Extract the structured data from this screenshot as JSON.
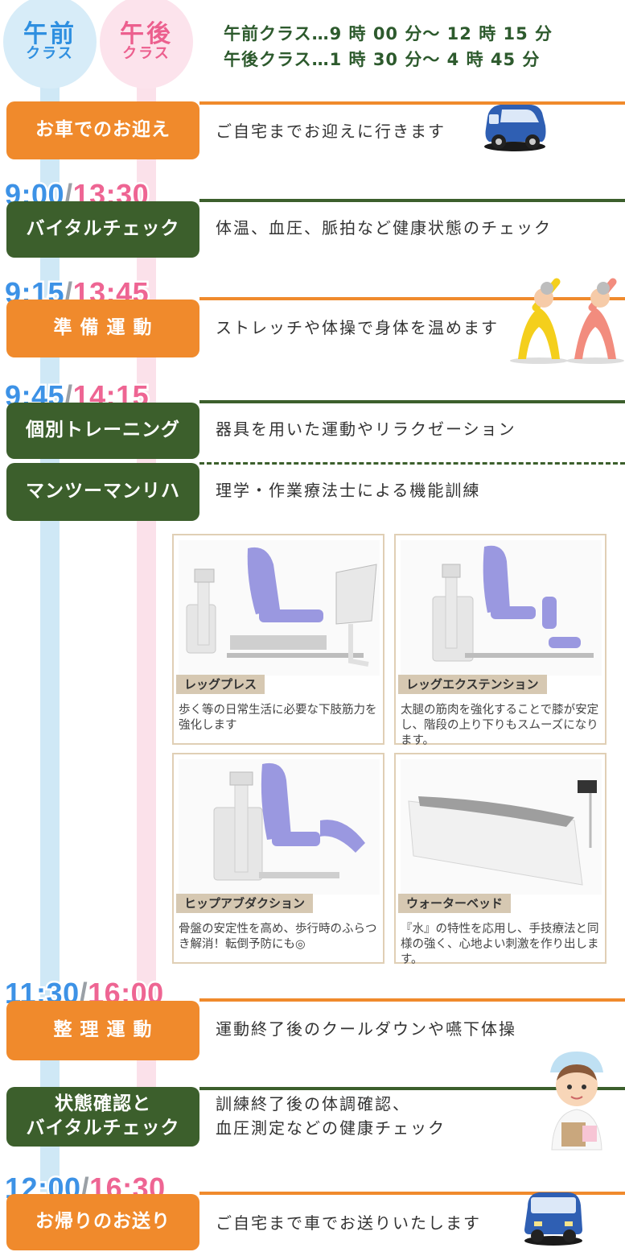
{
  "header": {
    "am_circle": {
      "big": "午前",
      "small": "クラス"
    },
    "pm_circle": {
      "big": "午後",
      "small": "クラス"
    },
    "am_schedule": "午前クラス…9 時 00 分～ 12 時 15 分",
    "pm_schedule": "午後クラス…1 時 30 分～ 4 時 45 分"
  },
  "steps": {
    "pickup": {
      "label": "お車でのお迎え",
      "desc": "ご自宅までお迎えに行きます",
      "icon": "car-icon"
    },
    "vital": {
      "am_time": "9:00",
      "pm_time": "13:30",
      "label": "バイタルチェック",
      "desc": "体温、血圧、脈拍など健康状態のチェック"
    },
    "warmup": {
      "am_time": "9:15",
      "pm_time": "13:45",
      "label": "準 備 運 動",
      "desc": "ストレッチや体操で身体を温めます",
      "icon": "stretching-people-icon"
    },
    "training": {
      "am_time": "9:45",
      "pm_time": "14:15",
      "label": "個別トレーニング",
      "desc": "器具を用いた運動やリラクゼーション"
    },
    "manToMan": {
      "label": "マンツーマンリハ",
      "desc": "理学・作業療法士による機能訓練"
    },
    "cooldown": {
      "am_time": "11:30",
      "pm_time": "16:00",
      "label": "整 理 運 動",
      "desc": "運動終了後のクールダウンや嚥下体操"
    },
    "check": {
      "label_line1": "状態確認と",
      "label_line2": "バイタルチェック",
      "desc_line1": "訓練終了後の体調確認、",
      "desc_line2": "血圧測定などの健康チェック",
      "icon": "nurse-icon"
    },
    "dropoff": {
      "am_time": "12:00",
      "pm_time": "16:30",
      "label": "お帰りのお送り",
      "desc": "ご自宅まで車でお送りいたします",
      "icon": "car-icon"
    }
  },
  "time_separator": "/",
  "equipment": [
    {
      "name": "レッグプレス",
      "desc": "歩く等の日常生活に必要な下肢筋力を強化します",
      "icon": "leg-press-machine-icon"
    },
    {
      "name": "レッグエクステンション",
      "desc": "太腿の筋肉を強化することで膝が安定し、階段の上り下りもスムーズになります。",
      "icon": "leg-extension-machine-icon"
    },
    {
      "name": "ヒップアブダクション",
      "desc": "骨盤の安定性を高め、歩行時のふらつき解消！転倒予防にも◎",
      "icon": "hip-abduction-machine-icon"
    },
    {
      "name": "ウォーターベッド",
      "desc": "『水』の特性を応用し、手技療法と同様の強く、心地よい刺激を作り出します。",
      "icon": "water-bed-icon"
    }
  ],
  "colors": {
    "orange": "#f08a2c",
    "green": "#3c5f2c",
    "am_blue": "#3d92e6",
    "pm_pink": "#ee6593"
  }
}
